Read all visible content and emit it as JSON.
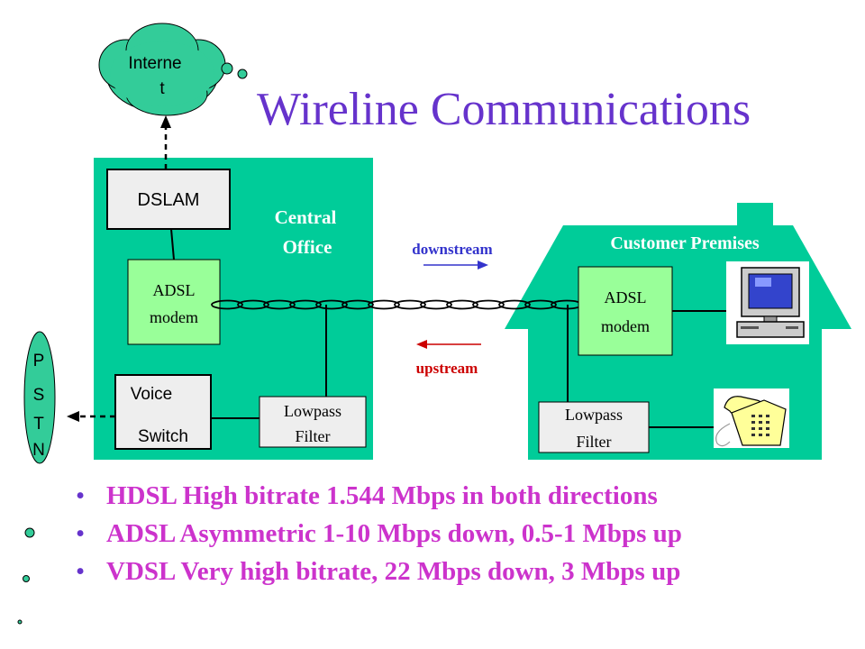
{
  "colors": {
    "title": "#6633cc",
    "building": "#00cc99",
    "modem": "#99ff99",
    "cloud": "#33cc99",
    "bullet_text": "#cc33cc",
    "bullet_marker": "#6633cc",
    "downstream": "#3333cc",
    "upstream": "#cc0000"
  },
  "title": "Wireline Communications",
  "internet": {
    "label_line1": "Interne",
    "label_line2": "t"
  },
  "central_office": {
    "label_line1": "Central",
    "label_line2": "Office",
    "dslam": "DSLAM",
    "modem_line1": "ADSL",
    "modem_line2": "modem",
    "voice_switch_line1": "Voice",
    "voice_switch_line2": "Switch",
    "filter_line1": "Lowpass",
    "filter_line2": "Filter"
  },
  "pstn": {
    "letters": [
      "P",
      "S",
      "T",
      "N"
    ]
  },
  "link": {
    "downstream": "downstream",
    "upstream": "upstream"
  },
  "customer_premises": {
    "label": "Customer Premises",
    "modem_line1": "ADSL",
    "modem_line2": "modem",
    "filter_line1": "Lowpass",
    "filter_line2": "Filter",
    "icons": [
      "computer-icon",
      "telephone-icon"
    ]
  },
  "bullets": [
    {
      "marker": "•",
      "text": "HDSL High bitrate 1.544 Mbps in both directions"
    },
    {
      "marker": "•",
      "text": "ADSL Asymmetric 1-10 Mbps down, 0.5-1 Mbps up"
    },
    {
      "marker": "•",
      "text": "VDSL Very high bitrate, 22 Mbps down, 3 Mbps up"
    }
  ]
}
